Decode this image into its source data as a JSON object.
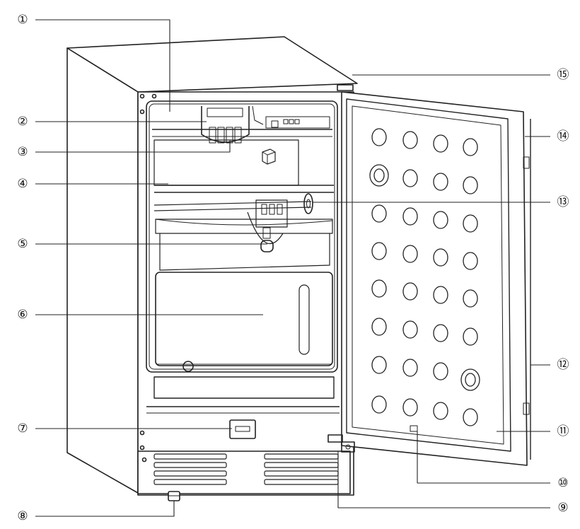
{
  "callouts": [
    {
      "id": "1",
      "label": "①"
    },
    {
      "id": "2",
      "label": "②"
    },
    {
      "id": "3",
      "label": "③"
    },
    {
      "id": "4",
      "label": "④"
    },
    {
      "id": "5",
      "label": "⑤"
    },
    {
      "id": "6",
      "label": "⑥"
    },
    {
      "id": "7",
      "label": "⑦"
    },
    {
      "id": "8",
      "label": "⑧"
    },
    {
      "id": "9",
      "label": "⑨"
    },
    {
      "id": "10",
      "label": "⑩"
    },
    {
      "id": "11",
      "label": "⑪"
    },
    {
      "id": "12",
      "label": "⑫"
    },
    {
      "id": "13",
      "label": "⑬"
    },
    {
      "id": "14",
      "label": "⑭"
    },
    {
      "id": "15",
      "label": "⑮"
    }
  ],
  "colors": {
    "line": "#222222",
    "background": "#ffffff"
  }
}
